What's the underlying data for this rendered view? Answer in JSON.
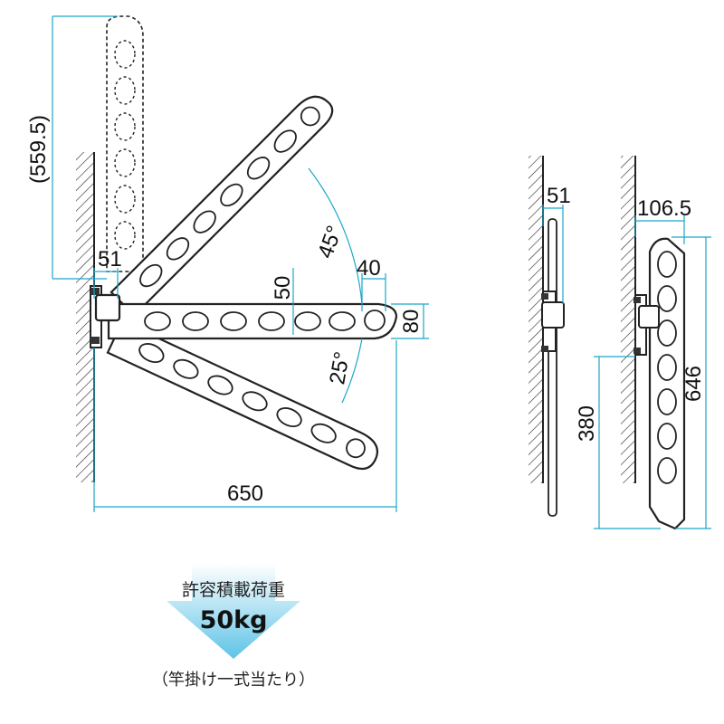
{
  "dimensions": {
    "stowed_height": "(559.5)",
    "bracket_width": "51",
    "arm_length": "650",
    "up_angle": "45°",
    "down_angle": "25°",
    "tip_width": "40",
    "pipe_offset": "50",
    "arm_height": "80",
    "side_pole_depth": "51",
    "folded_depth": "106.5",
    "mount_height": "380",
    "folded_length": "646"
  },
  "load_capacity": {
    "title": "許容積載荷重",
    "value": "50kg",
    "note": "（竿掛け一式当たり）"
  },
  "colors": {
    "dimension_line": "#1aa6c9",
    "arrow_gradient_top": "#ffffff",
    "arrow_gradient_bottom": "#5ec3e6",
    "outline": "#222222"
  }
}
